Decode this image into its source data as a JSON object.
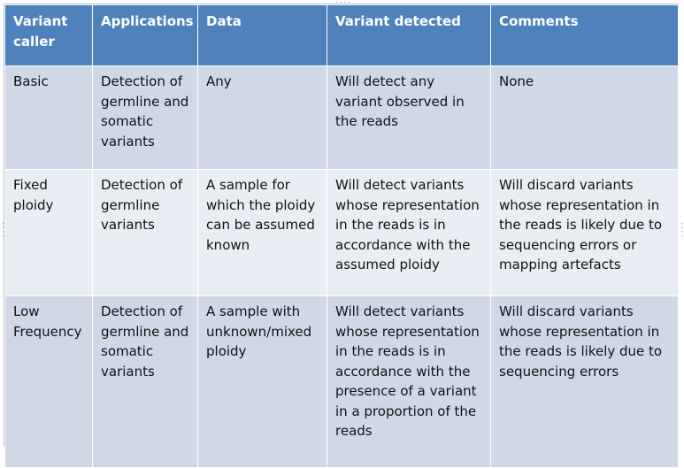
{
  "table": {
    "headers": [
      "Variant caller",
      "Applications",
      "Data",
      "Variant detected",
      "Comments"
    ],
    "rows": [
      [
        "Basic",
        "Detection of germline and somatic variants",
        "Any",
        "Will detect any variant observed in the reads",
        "None"
      ],
      [
        "Fixed ploidy",
        "Detection of germline variants",
        "A sample for which the ploidy can be assumed known",
        "Will detect variants whose representation in the reads is in accordance with the assumed ploidy",
        "Will discard variants whose representation in the reads is likely due to sequencing errors or mapping artefacts"
      ],
      [
        "Low Frequency",
        "Detection of germline and somatic variants",
        "A sample with unknown/mixed ploidy",
        "Will detect variants whose representation in the reads is in accordance with the presence of a variant in a proportion of the reads",
        "Will discard variants whose representation in the reads is likely due to sequencing errors"
      ]
    ]
  },
  "colors": {
    "header_bg": "#4f81bd",
    "row_odd_bg": "#d0d8e8",
    "row_even_bg": "#e9edf4"
  }
}
